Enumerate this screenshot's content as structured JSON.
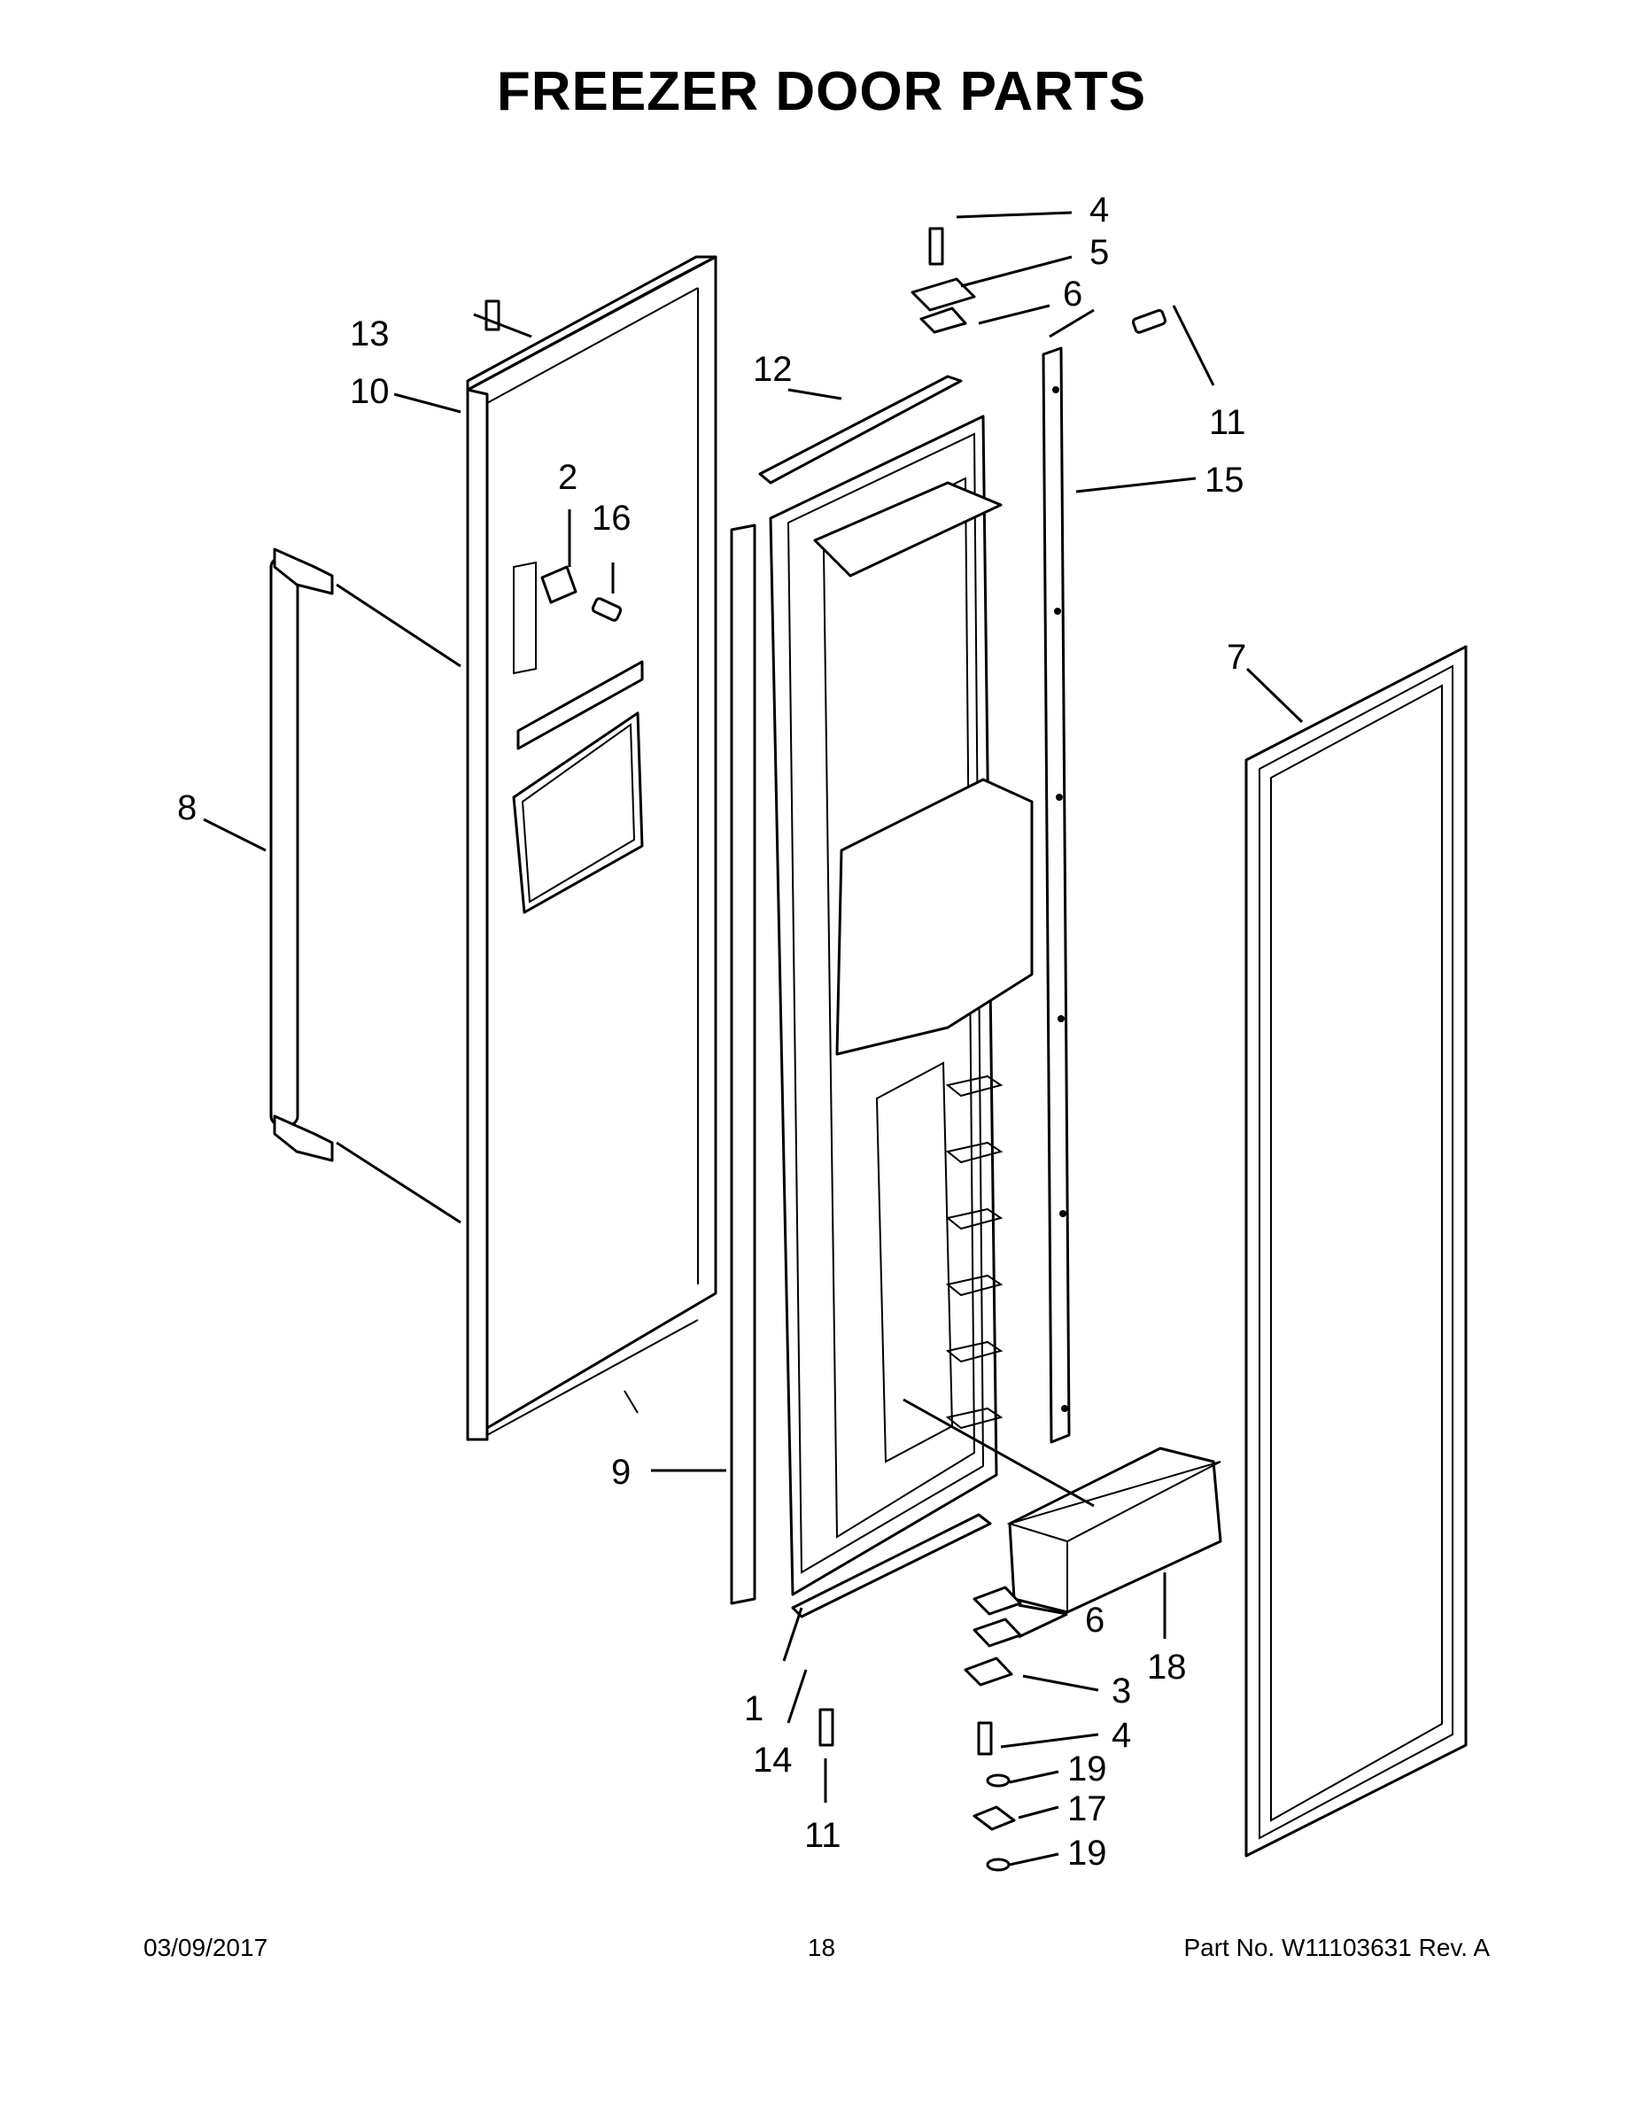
{
  "title": "FREEZER DOOR PARTS",
  "callouts": [
    {
      "id": "c1",
      "label": "1"
    },
    {
      "id": "c2",
      "label": "2"
    },
    {
      "id": "c3",
      "label": "3"
    },
    {
      "id": "c4a",
      "label": "4"
    },
    {
      "id": "c4b",
      "label": "4"
    },
    {
      "id": "c5",
      "label": "5"
    },
    {
      "id": "c6a",
      "label": "6"
    },
    {
      "id": "c6b",
      "label": "6"
    },
    {
      "id": "c7",
      "label": "7"
    },
    {
      "id": "c8",
      "label": "8"
    },
    {
      "id": "c9",
      "label": "9"
    },
    {
      "id": "c10",
      "label": "10"
    },
    {
      "id": "c11a",
      "label": "11"
    },
    {
      "id": "c11b",
      "label": "11"
    },
    {
      "id": "c12",
      "label": "12"
    },
    {
      "id": "c13",
      "label": "13"
    },
    {
      "id": "c14",
      "label": "14"
    },
    {
      "id": "c15",
      "label": "15"
    },
    {
      "id": "c16",
      "label": "16"
    },
    {
      "id": "c17",
      "label": "17"
    },
    {
      "id": "c18",
      "label": "18"
    },
    {
      "id": "c19a",
      "label": "19"
    },
    {
      "id": "c19b",
      "label": "19"
    }
  ],
  "footer": {
    "date": "03/09/2017",
    "page": "18",
    "part_no": "Part No.  W11103631  Rev.  A"
  }
}
